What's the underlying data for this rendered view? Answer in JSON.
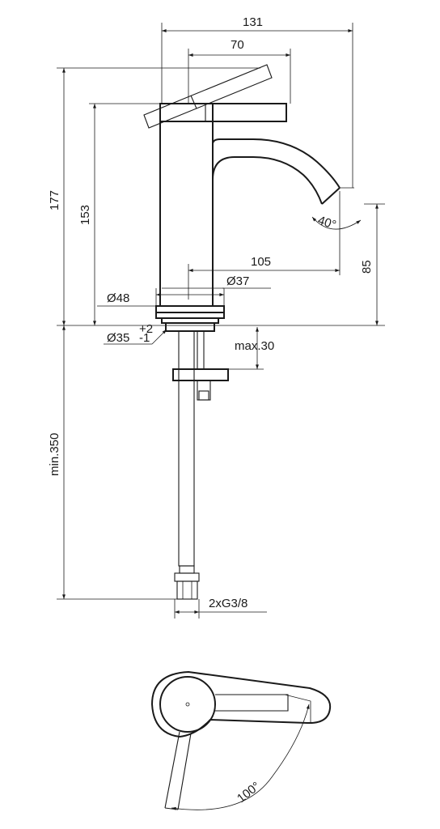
{
  "dimensions": {
    "width_131": "131",
    "width_70": "70",
    "height_177": "177",
    "height_153": "153",
    "angle_40": "40°",
    "reach_105": "105",
    "height_85": "85",
    "dia_48": "Ø48",
    "dia_37": "Ø37",
    "dia_35": "Ø35",
    "tol_plus": "+2",
    "tol_minus": "-1",
    "max_30": "max.30",
    "min_350": "min.350",
    "thread": "2xG3/8",
    "rotation_100": "100°"
  }
}
